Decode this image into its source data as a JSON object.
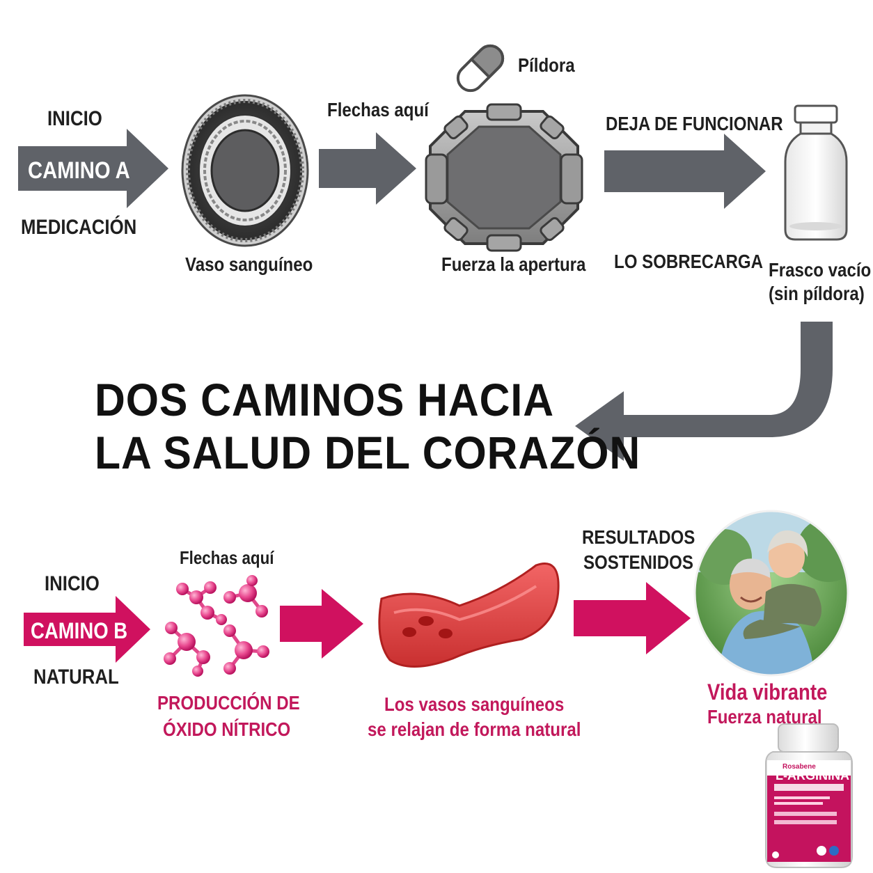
{
  "title": {
    "line1": "DOS CAMINOS HACIA",
    "line2": "LA SALUD DEL CORAZÓN"
  },
  "path_a": {
    "start_label": "INICIO",
    "arrow_label": "CAMINO A",
    "type_label": "MEDICACIÓN",
    "vessel_label": "Vaso sanguíneo",
    "arrows_here": "Flechas aquí",
    "pill_label": "Píldora",
    "forced_label": "Fuerza la apertura",
    "stops_label": "DEJA DE FUNCIONAR",
    "overload_label": "LO SOBRECARGA",
    "empty_bottle_line1": "Frasco vacío",
    "empty_bottle_line2": "(sin píldora)"
  },
  "path_b": {
    "start_label": "INICIO",
    "arrow_label": "CAMINO B",
    "type_label": "NATURAL",
    "arrows_here": "Flechas aquí",
    "no_line1": "PRODUCCIÓN DE",
    "no_line2": "ÓXIDO NÍTRICO",
    "relax_line1": "Los vasos sanguíneos",
    "relax_line2": "se relajan de forma natural",
    "results_line1": "RESULTADOS",
    "results_line2": "SOSTENIDOS",
    "life_line1": "Vida vibrante",
    "life_line2": "Fuerza natural"
  },
  "product": {
    "brand": "Rosabene",
    "name": "L-ARGININA"
  },
  "colors": {
    "gray_arrow": "#5f6268",
    "pink": "#d0115f",
    "pink_text": "#c2185b",
    "vessel_red": "#e84a4a"
  },
  "icons": {
    "vessel_cross_section": "gray-vessel-icon",
    "stent": "stent-icon",
    "pill": "capsule-icon",
    "empty_bottle": "empty-bottle-icon",
    "molecules": "molecule-icon",
    "red_vessel": "red-vessel-icon",
    "happy_couple": "couple-photo",
    "supplement_bottle": "supplement-bottle-icon"
  }
}
